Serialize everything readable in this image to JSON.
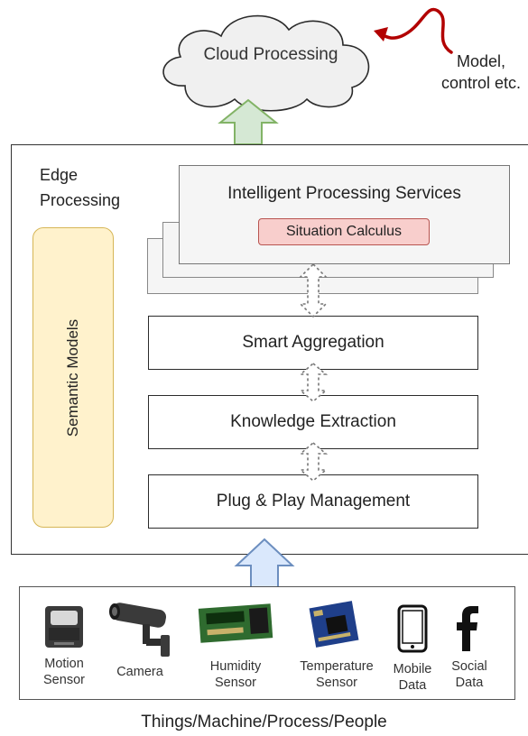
{
  "cloud": {
    "label": "Cloud Processing"
  },
  "external_input": {
    "label": "Model,\ncontrol etc."
  },
  "edge": {
    "title": "Edge\nProcessing",
    "semantic_models": "Semantic Models",
    "services": {
      "title": "Intelligent Processing Services",
      "badge": "Situation Calculus"
    },
    "layers": [
      {
        "label": "Smart Aggregation"
      },
      {
        "label": "Knowledge Extraction"
      },
      {
        "label": "Plug & Play Management"
      }
    ]
  },
  "devices": [
    {
      "label": "Motion\nSensor",
      "icon": "motion-sensor-icon"
    },
    {
      "label": "Camera",
      "icon": "camera-icon"
    },
    {
      "label": "Humidity\nSensor",
      "icon": "humidity-sensor-icon"
    },
    {
      "label": "Temperature\nSensor",
      "icon": "temperature-sensor-icon"
    },
    {
      "label": "Mobile\nData",
      "icon": "mobile-phone-icon"
    },
    {
      "label": "Social\nData",
      "icon": "facebook-icon"
    }
  ],
  "footer": {
    "label": "Things/Machine/Process/People"
  },
  "colors": {
    "cloud_fill": "#f0f0f0",
    "green_arrow": "#d5e8d4",
    "green_arrow_stroke": "#82b366",
    "blue_arrow": "#dae8fc",
    "blue_arrow_stroke": "#6c8ebf",
    "semantic_fill": "#fff2cc",
    "semantic_stroke": "#d6b656",
    "badge_fill": "#f8cecc",
    "badge_stroke": "#b85450",
    "red_arrow": "#b20000"
  }
}
